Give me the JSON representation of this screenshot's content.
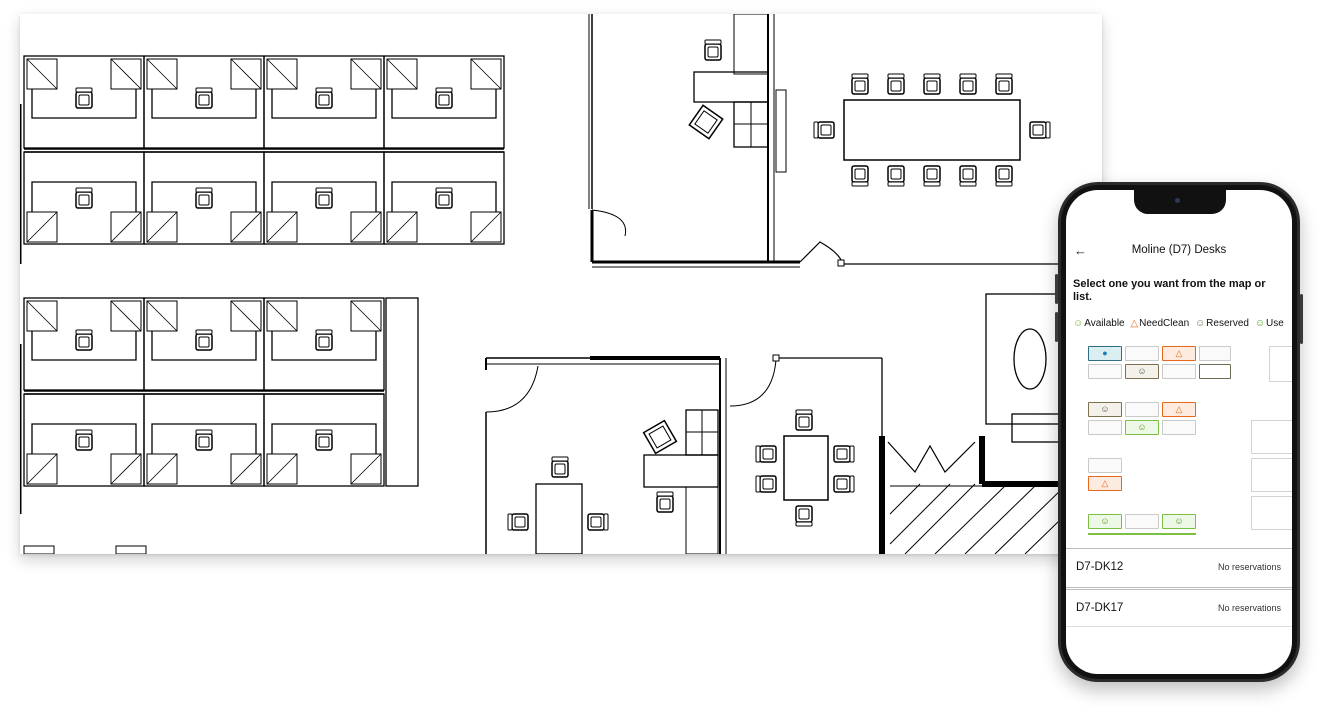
{
  "app": {
    "title": "Moline (D7) Desks",
    "back_icon": "arrow-left-icon",
    "prompt": "Select one you want from the map or list."
  },
  "legend": [
    {
      "label": "Available",
      "icon": "person-add-icon",
      "color": "#7bc043"
    },
    {
      "label": "NeedClean",
      "icon": "warning-triangle-icon",
      "color": "#e8671c"
    },
    {
      "label": "Reserved",
      "icon": "person-check-icon",
      "color": "#7c7050"
    },
    {
      "label": "Use",
      "icon": "person-icon",
      "color": "#4b9a22"
    }
  ],
  "desks": [
    {
      "id": "D7-DK12",
      "status": "No reservations"
    },
    {
      "id": "D7-DK17",
      "status": "No reservations"
    }
  ],
  "colors": {
    "available": "#7bc043",
    "need_clean": "#e8671c",
    "reserved": "#7c7050",
    "selected": "#2e6f82",
    "plan_line": "#000000"
  }
}
